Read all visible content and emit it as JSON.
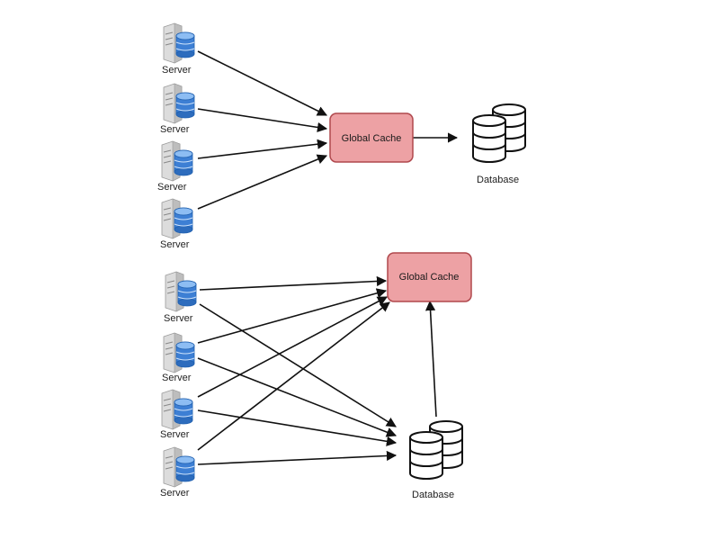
{
  "top": {
    "servers": [
      {
        "label": "Server"
      },
      {
        "label": "Server"
      },
      {
        "label": "Server"
      },
      {
        "label": "Server"
      }
    ],
    "cache": {
      "label": "Global Cache",
      "fill": "#eda1a4",
      "stroke": "#b0484d"
    },
    "database": {
      "label": "Database"
    }
  },
  "bottom": {
    "servers": [
      {
        "label": "Server"
      },
      {
        "label": "Server"
      },
      {
        "label": "Server"
      },
      {
        "label": "Server"
      }
    ],
    "cache": {
      "label": "Global Cache",
      "fill": "#eda1a4",
      "stroke": "#b0484d"
    },
    "database": {
      "label": "Database"
    }
  },
  "icons": {
    "server": "server-icon",
    "database": "database-icon"
  },
  "colors": {
    "server_body": "#e8e8e8",
    "server_disk": "#3d7fd4",
    "edge": "#111111"
  }
}
